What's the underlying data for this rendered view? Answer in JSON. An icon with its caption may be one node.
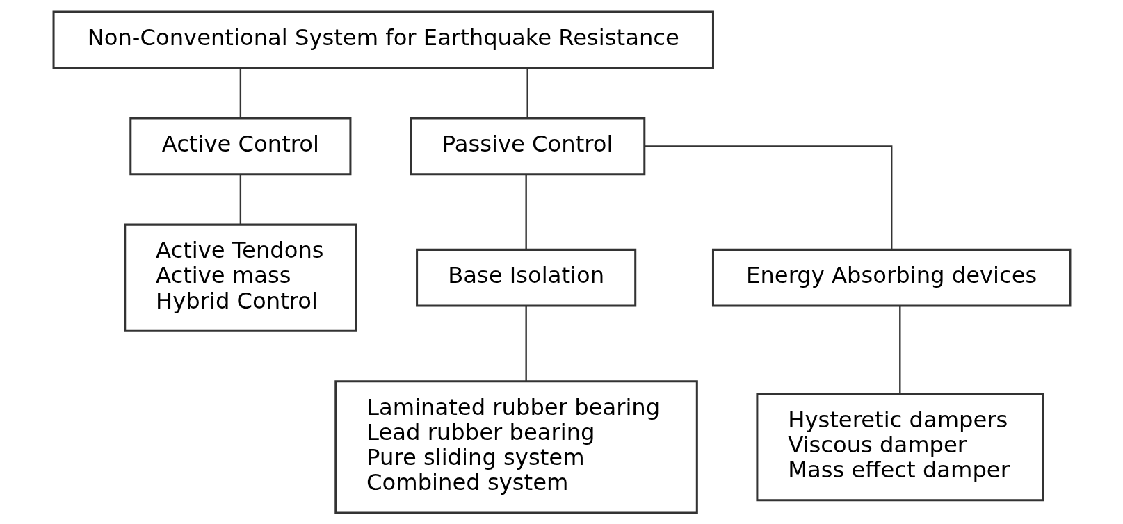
{
  "diagram": {
    "nodes": [
      {
        "text": [
          "Non-Conventional System for Earthquake Resistance"
        ]
      },
      {
        "text": [
          "Active Control"
        ]
      },
      {
        "text": [
          "Active Tendons",
          "Active mass",
          "Hybrid Control"
        ]
      },
      {
        "text": [
          "Passive Control"
        ]
      },
      {
        "text": [
          "Base Isolation"
        ]
      },
      {
        "text": [
          "Energy Absorbing devices"
        ]
      },
      {
        "text": [
          "Laminated rubber bearing",
          "Lead rubber bearing",
          "Pure sliding system",
          "Combined system"
        ]
      },
      {
        "text": [
          "Hysteretic dampers",
          "Viscous damper",
          "Mass effect damper"
        ]
      }
    ],
    "edges": [
      {
        "from": 0,
        "to": 1,
        "arrow": "none"
      },
      {
        "from": 0,
        "to": 3,
        "arrow": "none"
      },
      {
        "from": 1,
        "to": 2,
        "arrow": "none"
      },
      {
        "from": 3,
        "to": 4,
        "arrow": "none"
      },
      {
        "from": 3,
        "to": 5,
        "arrow": "none"
      },
      {
        "from": 4,
        "to": 6,
        "arrow": "none"
      },
      {
        "from": 5,
        "to": 7,
        "arrow": "none"
      }
    ]
  }
}
